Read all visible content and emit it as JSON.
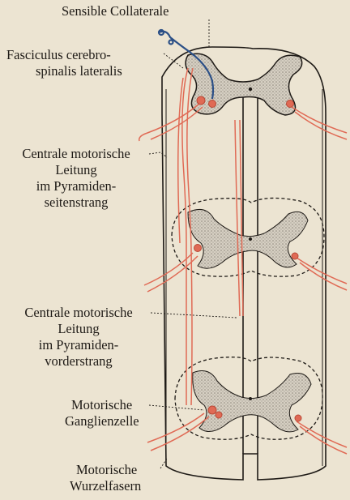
{
  "labels": {
    "sensible_collaterale": "Sensible Collaterale",
    "fasciculus": [
      "Fasciculus cerebro-",
      "spinalis lateralis"
    ],
    "centrale_seitenstrang": [
      "Centrale motorische",
      "Leitung",
      "im Pyramiden-",
      "seitenstrang"
    ],
    "centrale_vorderstrang": [
      "Centrale motorische",
      "Leitung",
      "im Pyramiden-",
      "vorderstrang"
    ],
    "ganglienzelle": [
      "Motorische",
      "Ganglienzelle"
    ],
    "wurzelfasern": [
      "Motorische",
      "Wurzelfasern"
    ]
  },
  "colors": {
    "paper": "#ece4d2",
    "ink": "#1e1a16",
    "motor_pathway": "#e06a55",
    "sensory_collateral": "#2b4f86",
    "grey_matter": "#b8b2a6"
  }
}
